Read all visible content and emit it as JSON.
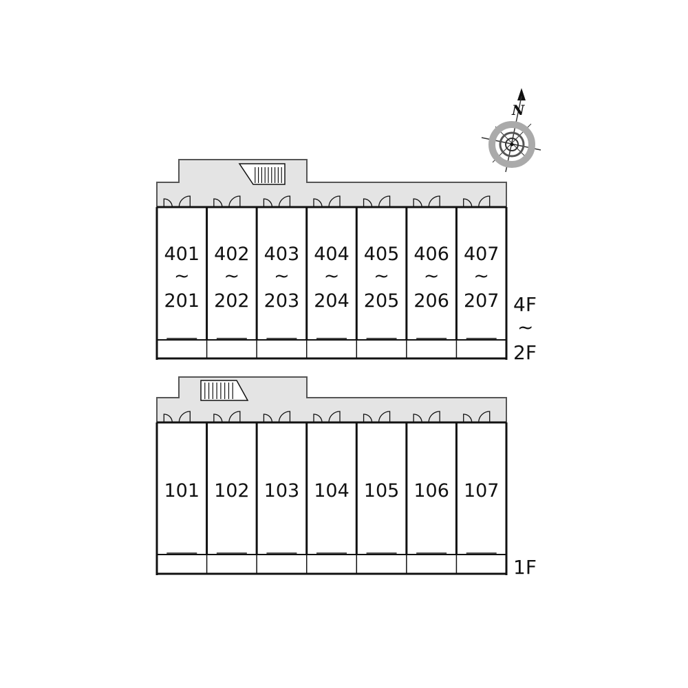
{
  "compass": {
    "north_label": "N"
  },
  "upper_block": {
    "floor_label_top": "4F",
    "floor_label_range": "~",
    "floor_label_bottom": "2F",
    "units": [
      {
        "top": "401",
        "range": "~",
        "bottom": "201"
      },
      {
        "top": "402",
        "range": "~",
        "bottom": "202"
      },
      {
        "top": "403",
        "range": "~",
        "bottom": "203"
      },
      {
        "top": "404",
        "range": "~",
        "bottom": "204"
      },
      {
        "top": "405",
        "range": "~",
        "bottom": "205"
      },
      {
        "top": "406",
        "range": "~",
        "bottom": "206"
      },
      {
        "top": "407",
        "range": "~",
        "bottom": "207"
      }
    ]
  },
  "lower_block": {
    "floor_label": "1F",
    "units": [
      "101",
      "102",
      "103",
      "104",
      "105",
      "106",
      "107"
    ]
  },
  "colors": {
    "corridor": "#e4e4e4",
    "wall": "#111111",
    "compass_ring": "#aaaaaa"
  }
}
